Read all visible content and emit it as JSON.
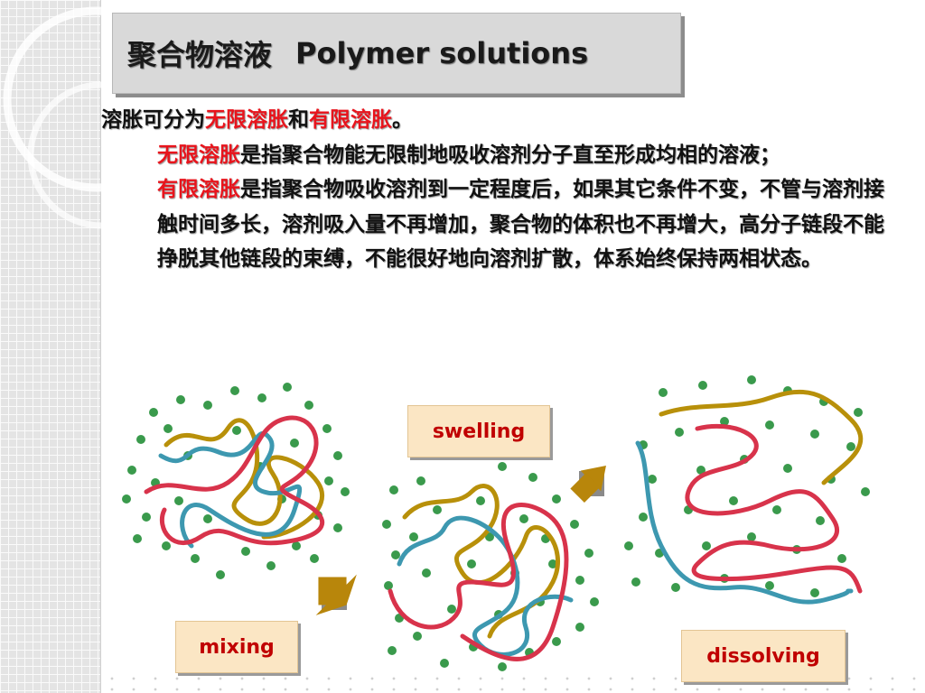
{
  "title": {
    "zh": "聚合物溶液",
    "en": "Polymer solutions"
  },
  "paragraphs": {
    "p1": {
      "pre": "溶胀可分为",
      "term1": "无限溶胀",
      "mid": "和",
      "term2": "有限溶胀",
      "post": "。"
    },
    "p2": {
      "term": "无限溶胀",
      "text": "是指聚合物能无限制地吸收溶剂分子直至形成均相的溶液；"
    },
    "p3": {
      "term": "有限溶胀",
      "text": "是指聚合物吸收溶剂到一定程度后，如果其它条件不变，不管与溶剂接触时间多长，溶剂吸入量不再增加，聚合物的体积也不再增大，高分子链段不能挣脱其他链段的束缚，不能很好地向溶剂扩散，体系始终保持两相状态。"
    }
  },
  "labels": {
    "mixing": "mixing",
    "swelling": "swelling",
    "dissolving": "dissolving"
  },
  "colors": {
    "highlight": "#e8141c",
    "label_text": "#c00000",
    "label_bg": "#fbe6c4",
    "solvent_dot": "#3a9a4c",
    "chain_red": "#d8334b",
    "chain_blue": "#3d98b0",
    "chain_gold": "#b8900a",
    "arrow": "#b8860b"
  },
  "icons": [
    "arrow-down-right-icon",
    "arrow-up-right-icon"
  ]
}
